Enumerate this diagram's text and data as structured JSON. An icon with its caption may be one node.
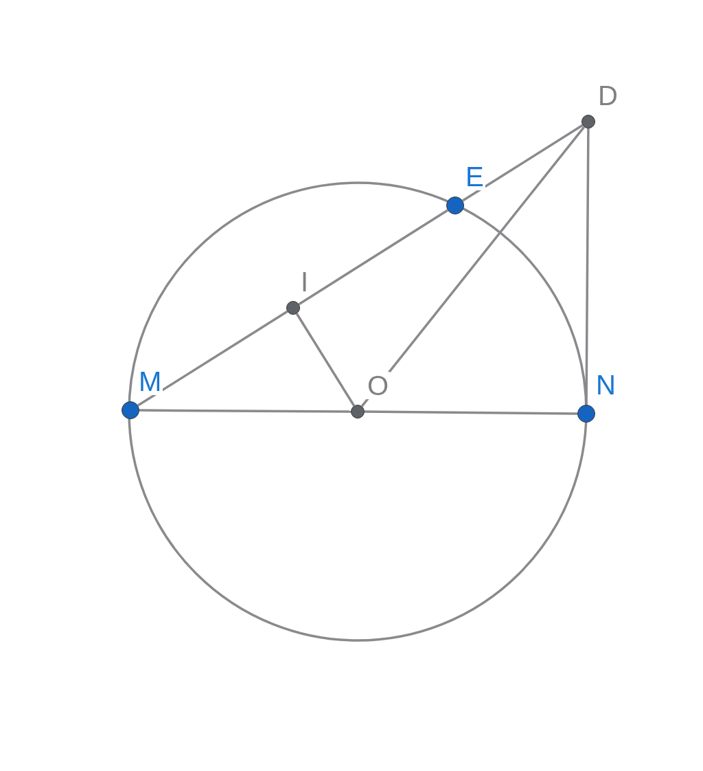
{
  "diagram": {
    "nodes": [
      {
        "text": [
          "D"
        ]
      },
      {
        "text": [
          "E"
        ]
      },
      {
        "text": [
          "I"
        ]
      },
      {
        "text": [
          "M"
        ]
      },
      {
        "text": [
          "O"
        ]
      },
      {
        "text": [
          "N"
        ]
      }
    ],
    "edges": [
      {
        "from": 3,
        "to": 2,
        "arrow": "none"
      },
      {
        "from": 2,
        "to": 1,
        "arrow": "none"
      },
      {
        "from": 1,
        "to": 0,
        "arrow": "none"
      },
      {
        "from": 2,
        "to": 4,
        "arrow": "none"
      },
      {
        "from": 4,
        "to": 0,
        "arrow": "none"
      },
      {
        "from": 3,
        "to": 4,
        "arrow": "none"
      },
      {
        "from": 4,
        "to": 5,
        "arrow": "none"
      },
      {
        "from": 5,
        "to": 0,
        "arrow": "none"
      }
    ]
  }
}
